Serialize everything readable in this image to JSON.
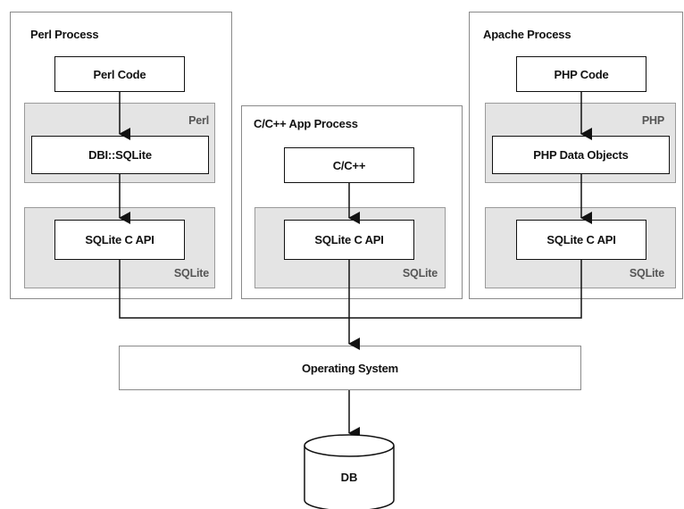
{
  "perl_process": {
    "title": "Perl Process",
    "code": "Perl Code",
    "binding_layer": "Perl",
    "binding": "DBI::SQLite",
    "lib_layer": "SQLite",
    "api": "SQLite C API"
  },
  "c_process": {
    "title": "C/C++ App Process",
    "code": "C/C++",
    "lib_layer": "SQLite",
    "api": "SQLite C API"
  },
  "apache_process": {
    "title": "Apache Process",
    "code": "PHP Code",
    "binding_layer": "PHP",
    "binding": "PHP Data Objects",
    "lib_layer": "SQLite",
    "api": "SQLite C API"
  },
  "os": {
    "label": "Operating System"
  },
  "db": {
    "label": "DB"
  }
}
